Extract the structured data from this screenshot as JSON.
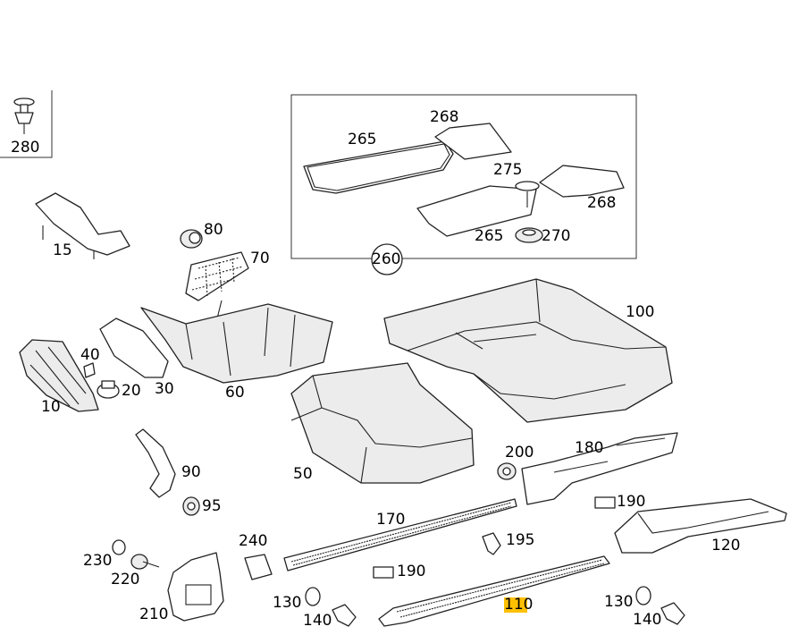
{
  "labels": {
    "p10": "10",
    "p15": "15",
    "p20": "20",
    "p30": "30",
    "p40": "40",
    "p50": "50",
    "p60": "60",
    "p70": "70",
    "p80": "80",
    "p90": "90",
    "p95": "95",
    "p100": "100",
    "p110": "110",
    "p120": "120",
    "p130a": "130",
    "p130b": "130",
    "p140a": "140",
    "p140b": "140",
    "p170": "170",
    "p180": "180",
    "p190a": "190",
    "p190b": "190",
    "p195": "195",
    "p200": "200",
    "p210": "210",
    "p220": "220",
    "p230": "230",
    "p240": "240",
    "p260": "260",
    "p265a": "265",
    "p265b": "265",
    "p268a": "268",
    "p268b": "268",
    "p270": "270",
    "p275": "275",
    "p280": "280"
  },
  "highlight": {
    "part": "110",
    "color": "#ffc000"
  }
}
